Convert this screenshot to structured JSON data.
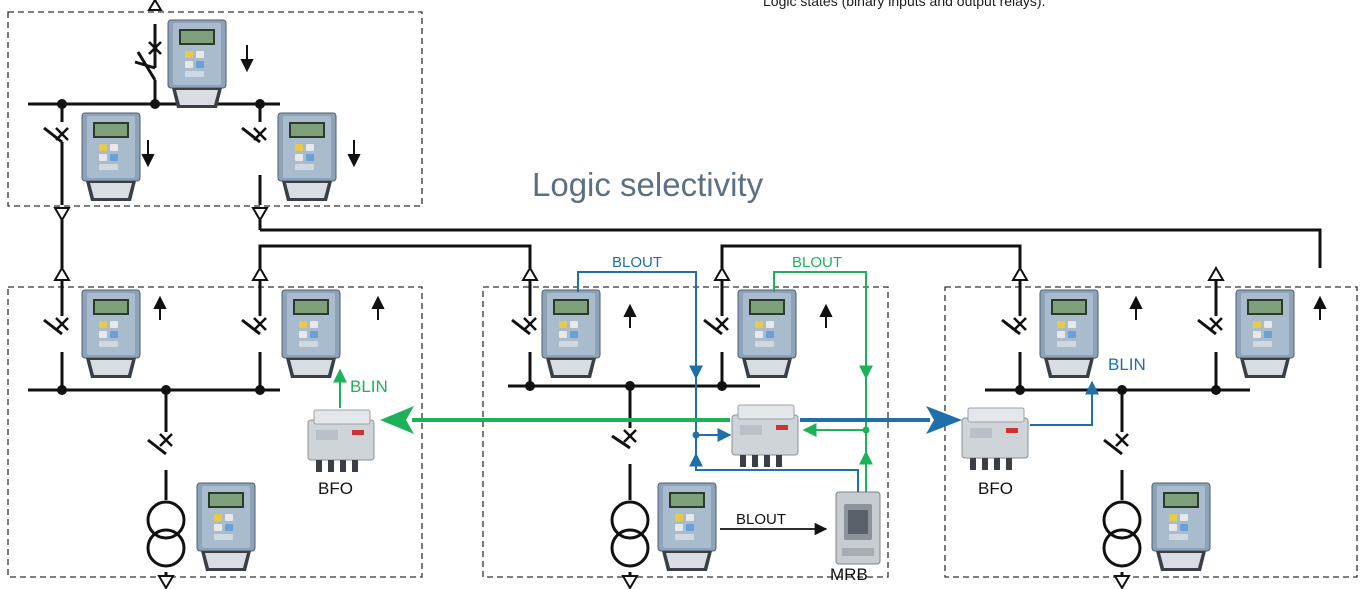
{
  "top_note": "Logic states (binary inputs and output relays).",
  "title": "Logic selectivity",
  "labels": {
    "blout_mid_left": "BLOUT",
    "blout_mid_right": "BLOUT",
    "blout_bottom": "BLOUT",
    "blin_left": "BLIN",
    "blin_right": "BLIN",
    "bfo_left": "BFO",
    "bfo_right": "BFO",
    "mrb": "MRB"
  },
  "colors": {
    "line": "#111111",
    "green": "#1db25a",
    "blue": "#1f6fa8",
    "title": "#5b7083",
    "dash": "#333333"
  }
}
